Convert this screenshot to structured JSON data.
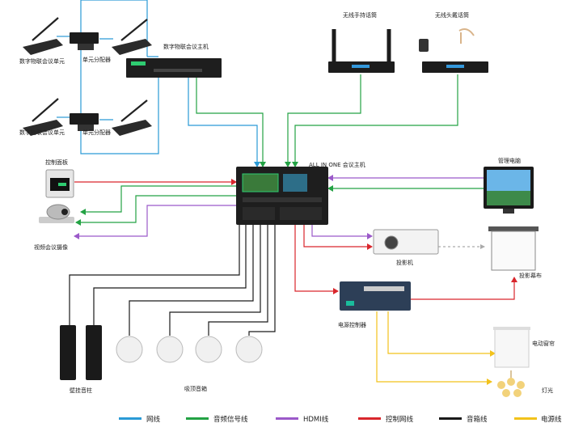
{
  "labels": {
    "mic_unit_top": "数字物联会议单元",
    "splitter_top": "单元分配器",
    "host_unit": "数字物联会议主机",
    "mic_unit_bottom": "数字物联会议单元",
    "splitter_bottom": "单元分配器",
    "wireless_handheld": "无线手持话筒",
    "wireless_headset": "无线头戴话筒",
    "control_panel": "控制面板",
    "all_in_one": "ALL IN ONE 会议主机",
    "admin_pc": "管理电脑",
    "video_camera": "视频会议摄像",
    "projector": "投影机",
    "projector_screen": "投影幕布",
    "power_controller": "电源控制器",
    "wall_speaker": "壁挂音柱",
    "ceiling_speaker": "吸顶音箱",
    "curtain": "电动窗帘",
    "lighting": "灯光"
  },
  "legend": [
    {
      "label": "网线",
      "color": "#2a9ad6"
    },
    {
      "label": "音频信号线",
      "color": "#23a244"
    },
    {
      "label": "HDMI线",
      "color": "#9b59c9"
    },
    {
      "label": "控制网线",
      "color": "#d9262c"
    },
    {
      "label": "音箱线",
      "color": "#1a1a1a"
    },
    {
      "label": "电源线",
      "color": "#f2c21b"
    }
  ]
}
